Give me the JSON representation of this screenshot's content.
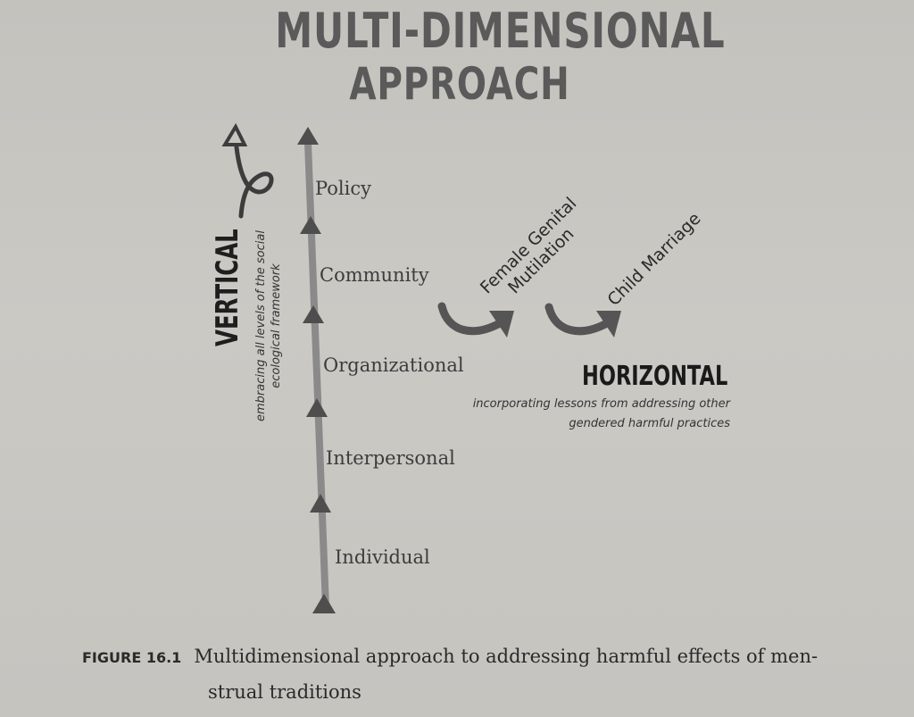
{
  "title": {
    "line1": "MULTI-DIMENSIONAL",
    "line2": "APPROACH"
  },
  "vertical": {
    "heading": "VERTICAL",
    "subtitle_line1": "embracing all levels of the social",
    "subtitle_line2": "ecological framework",
    "levels": [
      "Policy",
      "Community",
      "Organizational",
      "Interpersonal",
      "Individual"
    ]
  },
  "horizontal": {
    "heading": "HORIZONTAL",
    "subtitle_line1": "incorporating lessons from addressing other",
    "subtitle_line2": "gendered harmful practices",
    "practices": [
      {
        "line1": "Female Genital",
        "line2": "Mutilation"
      },
      {
        "line1": "Child Marriage"
      }
    ]
  },
  "caption": {
    "label": "FIGURE 16.1",
    "line1": "Multidimensional approach to addressing harmful effects of men-",
    "line2": "strual traditions"
  },
  "colors": {
    "paper": "#c8c6c1",
    "arrow": "#555555",
    "ink": "#1e1e1e"
  }
}
